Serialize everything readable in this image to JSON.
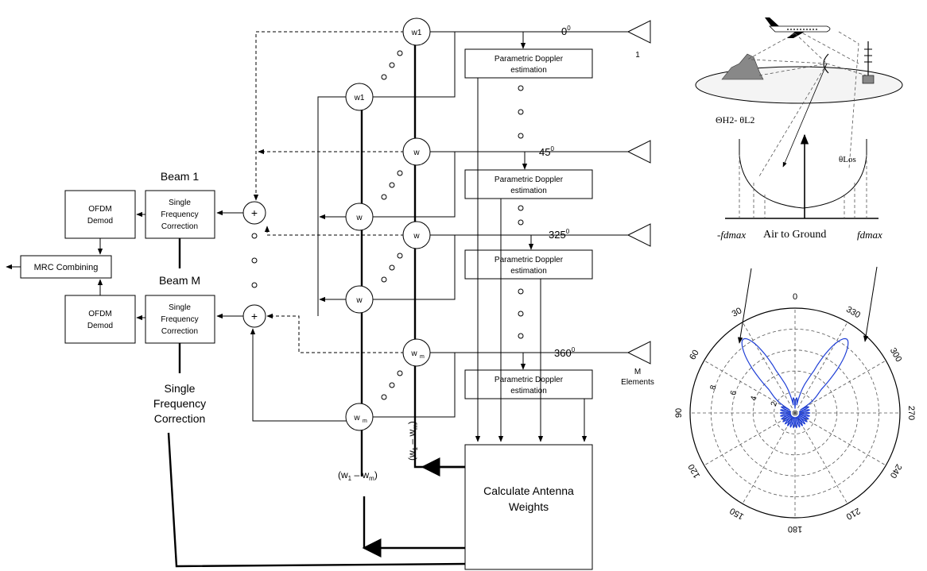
{
  "blocks": {
    "mrc": "MRC Combining",
    "ofdm_line1": "OFDM",
    "ofdm_line2": "Demod",
    "sfc_line1": "Single",
    "sfc_line2": "Frequency",
    "sfc_line3": "Correction",
    "doppler_line1": "Parametric Doppler",
    "doppler_line2": "estimation",
    "calc_line1": "Calculate Antenna",
    "calc_line2": "Weights"
  },
  "beam_labels": {
    "beam1": "Beam 1",
    "beamm": "Beam M"
  },
  "sfc_side": {
    "line1": "Single",
    "line2": "Frequency",
    "line3": "Correction"
  },
  "weights": {
    "w1": "w1",
    "w": "w",
    "wm_base": "w",
    "wm_sub": "m",
    "plus": "+"
  },
  "angles": {
    "a0": "0",
    "a45": "45",
    "a325": "325",
    "a360": "360",
    "deg": "0"
  },
  "antenna": {
    "one": "1",
    "m": "M",
    "elements": "Elements"
  },
  "range_label": {
    "open": "(w",
    "sub1": "1",
    "dash": " – w",
    "subm": "m",
    "close": ")"
  },
  "scene": {
    "theta_h2": "ΘH2- θL2",
    "theta_los": "θLos",
    "fdmax_neg": "-fdmax",
    "air_to_ground": "Air to Ground",
    "fdmax_pos": "fdmax"
  },
  "polar": {
    "angle_labels": [
      "0",
      "30",
      "60",
      "90",
      "120",
      "150",
      "180",
      "210",
      "240",
      "270",
      "300",
      "330"
    ],
    "radial_labels": [
      "2",
      "4",
      "6",
      "8"
    ],
    "colors": {
      "pattern": "#1f3fd6",
      "grid": "#555555"
    }
  }
}
